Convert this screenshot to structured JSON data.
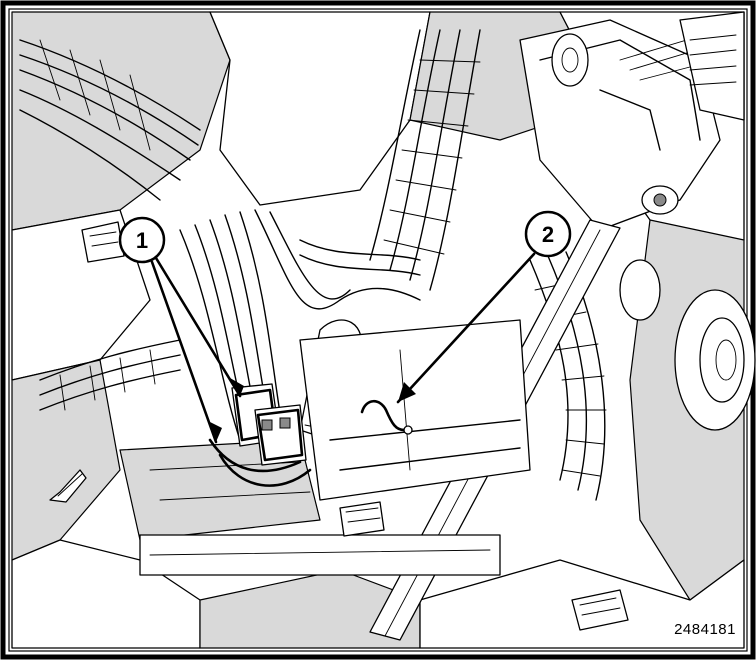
{
  "figure": {
    "id": "2484181",
    "callouts": [
      {
        "label": "1"
      },
      {
        "label": "2"
      }
    ]
  }
}
